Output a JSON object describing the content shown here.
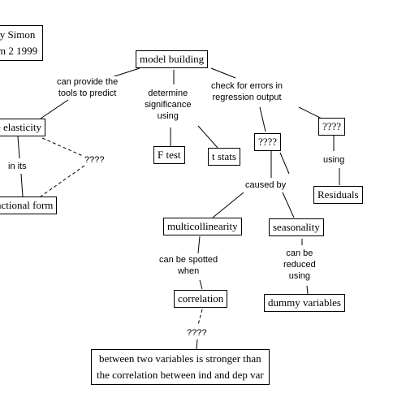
{
  "concept_map": {
    "nodes": {
      "author": {
        "lines": [
          "y Simon",
          "m 2 1999"
        ]
      },
      "model_building": "model building",
      "elasticity": "e elasticity",
      "functional_form": "nctional form",
      "f_test": "F test",
      "t_stats": "t stats",
      "unknown_errors": "????",
      "unknown_regression": "????",
      "residuals": "Residuals",
      "multicollinearity": "multicollinearity",
      "seasonality": "seasonality",
      "correlation": "correlation",
      "dummy_variables": "dummy variables",
      "between_variables": {
        "lines": [
          "between two variables is stronger than",
          "the correlation between ind and dep var"
        ]
      }
    },
    "links": {
      "can_provide": {
        "lines": [
          "can provide the",
          "tools to predict"
        ]
      },
      "determine": {
        "lines": [
          "determine",
          "significance",
          "using"
        ]
      },
      "check_for": {
        "lines": [
          "check for  errors in",
          "regression output"
        ]
      },
      "in_its": "in its",
      "unknown_link": "????",
      "using": "using",
      "caused_by": "caused by",
      "spotted_when": {
        "lines": [
          "can be spotted",
          "when"
        ]
      },
      "reduced_using": {
        "lines": [
          "can be",
          "reduced",
          "using"
        ]
      },
      "unknown_link_2": "????"
    }
  }
}
